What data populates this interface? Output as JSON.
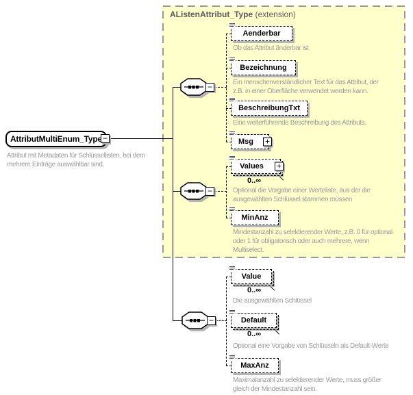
{
  "icons": {
    "collapse": "−",
    "expand": "+"
  },
  "extension": {
    "name": "AListenAttribut_Type",
    "kind": "(extension)"
  },
  "root": {
    "name": "AttributMultiEnum_Type",
    "annotation": "Attribut mit Metadaten für Schlüssellisten, bei dem\nmehrere Einträge auswählbar sind."
  },
  "elements": {
    "aenderbar": {
      "name": "Aenderbar",
      "annotation": "Ob das Attribut änderbar ist"
    },
    "bezeichnung": {
      "name": "Bezeichnung",
      "annotation": "Ein menschenverständlicher Text für das Attribut, der\nz.B. in einer Oberfläche verwendet werden kann."
    },
    "beschreibungtxt": {
      "name": "BeschreibungTxt",
      "annotation": "Eine weiterführende Beschreibung des Attributs."
    },
    "msg": {
      "name": "Msg"
    },
    "values": {
      "name": "Values",
      "multiplicity": "0..∞",
      "annotation": "Optional die Vorgabe einer Werteliste, aus der die\nausgewählten Schlüssel stammen müssen"
    },
    "minanz": {
      "name": "MinAnz",
      "annotation": "Mindestanzahl zu selektierender Werte, z.B. 0 für optional\noder 1 für obligatorisch oder auch mehrere, wenn\nMultiselect."
    },
    "value": {
      "name": "Value",
      "multiplicity": "0..∞",
      "annotation": "Die ausgewählten Schlüssel"
    },
    "default": {
      "name": "Default",
      "multiplicity": "0..∞",
      "annotation": "Optional eine Vorgabe von Schlüsseln als Default-Werte"
    },
    "maxanz": {
      "name": "MaxAnz",
      "annotation": "Maximalanzahl zu selektierender Werte, muss größer\ngleich der Mindestanzahl sein."
    }
  }
}
